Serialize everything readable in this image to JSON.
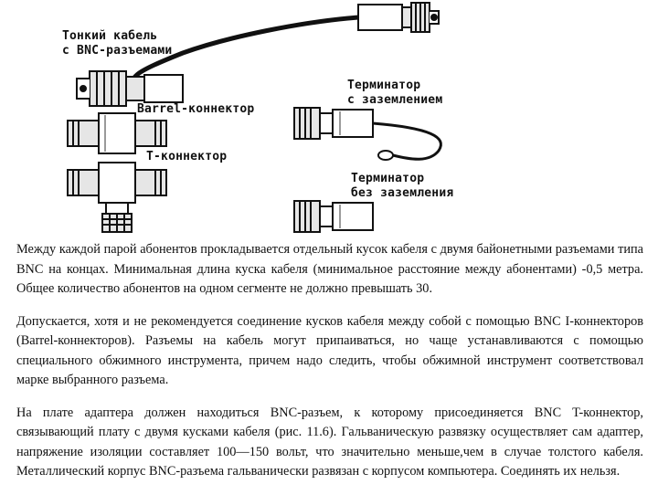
{
  "figure": {
    "labels": {
      "thin_cable": [
        "Тонкий кабель",
        "с BNC-разъемами"
      ],
      "barrel": "Barrel-коннектор",
      "t_connector": "T-коннектор",
      "terminator_grounded": [
        "Терминатор",
        "с заземлением"
      ],
      "terminator_ungrounded": [
        "Терминатор",
        "без заземления"
      ]
    },
    "colors": {
      "ink": "#111111",
      "metal": "#e6e6e6",
      "shadow": "#9a9a9a"
    }
  },
  "paragraphs": [
    "Между каждой парой абонентов прокладывается отдельный кусок кабеля с двумя байонетными разъемами типа BNC на концах. Минимальная длина куска кабеля (минимальное расстояние между абонентами) -0,5 метра. Общее количество абонентов на одном сегменте не должно превышать 30.",
    "Допускается, хотя и не рекомендуется соединение кусков кабеля между собой с помощью BNC I-коннекторов (Barrel-коннекторов). Разъемы на кабель могут припаиваться, но чаще устанавливаются с помощью специального обжимного инструмента, причем надо следить, чтобы обжимной инструмент соответствовал марке выбранного разъема.",
    "На плате адаптера должен находиться BNC-разъем, к которому присоединяется BNC T-коннектор, связывающий плату с двумя кусками кабеля (рис. 11.6). Гальваническую развязку осуществляет сам адаптер, напряжение изоляции составляет 100—150 вольт, что значительно меньше,чем в случае толстого кабеля. Металлический корпус BNC-разъема гальванически развязан с корпусом компьютера. Соединять их нельзя."
  ]
}
